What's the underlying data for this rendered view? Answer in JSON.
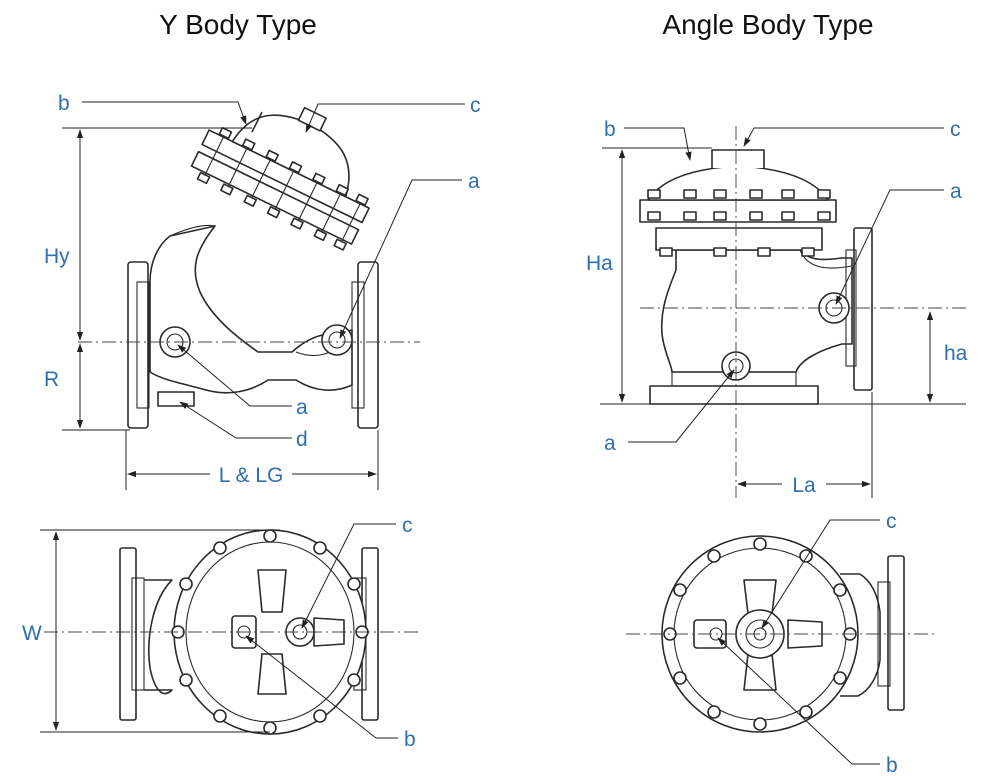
{
  "colors": {
    "line": "#2a2a2a",
    "label": "#2f6fae",
    "title": "#111111"
  },
  "titles": {
    "y_body": "Y Body Type",
    "angle_body": "Angle Body Type"
  },
  "y_side": {
    "label_b": "b",
    "label_c": "c",
    "label_a_top": "a",
    "label_a_bottom": "a",
    "label_d": "d",
    "dim_hy": "Hy",
    "dim_r": "R",
    "dim_l": "L & LG"
  },
  "y_top": {
    "label_c": "c",
    "label_b": "b",
    "dim_w": "W"
  },
  "angle_side": {
    "label_b": "b",
    "label_c": "c",
    "label_a_right": "a",
    "label_a_bottom": "a",
    "dim_ha": "Ha",
    "dim_ha_small": "ha",
    "dim_la": "La"
  },
  "angle_top": {
    "label_c": "c",
    "label_b": "b"
  }
}
